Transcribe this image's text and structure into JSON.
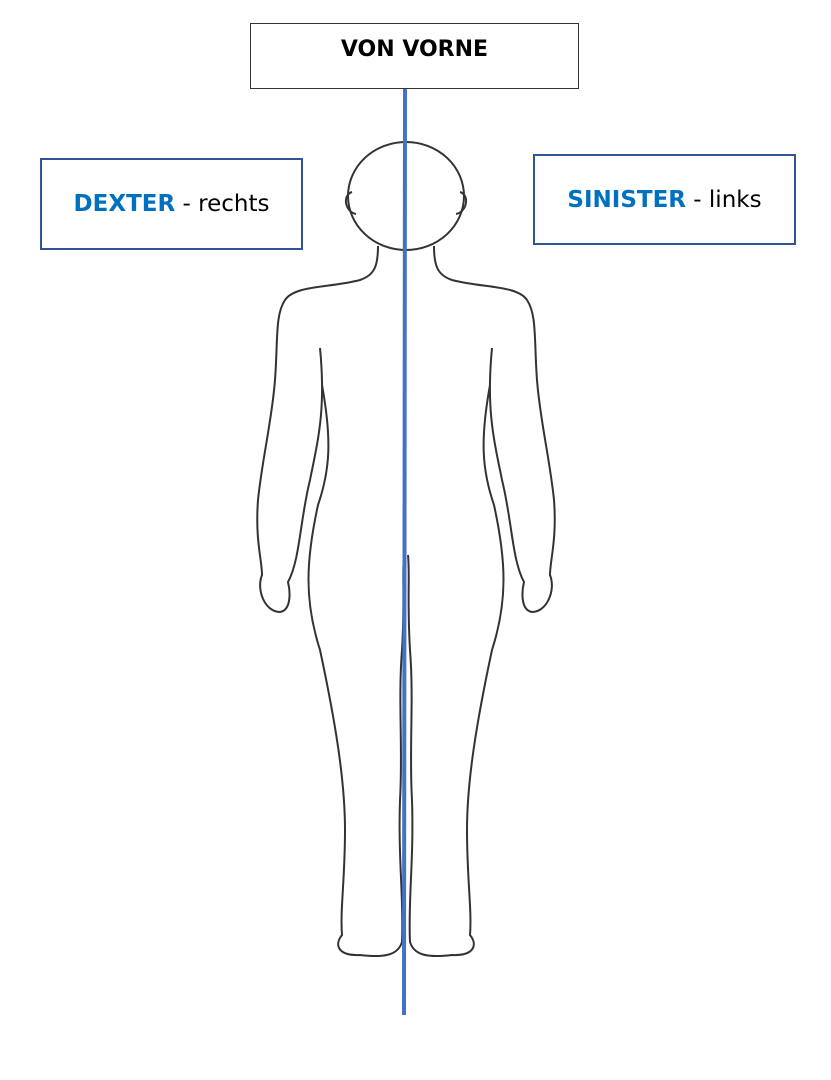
{
  "title": "VON VORNE",
  "left_label": {
    "keyword": "DEXTER",
    "rest": " - rechts"
  },
  "right_label": {
    "keyword": "SINISTER",
    "rest": " - links"
  },
  "colors": {
    "keyword": "#0070c0",
    "midline": "#4472c4",
    "box_border": "#2f5597",
    "outline": "#333333"
  }
}
